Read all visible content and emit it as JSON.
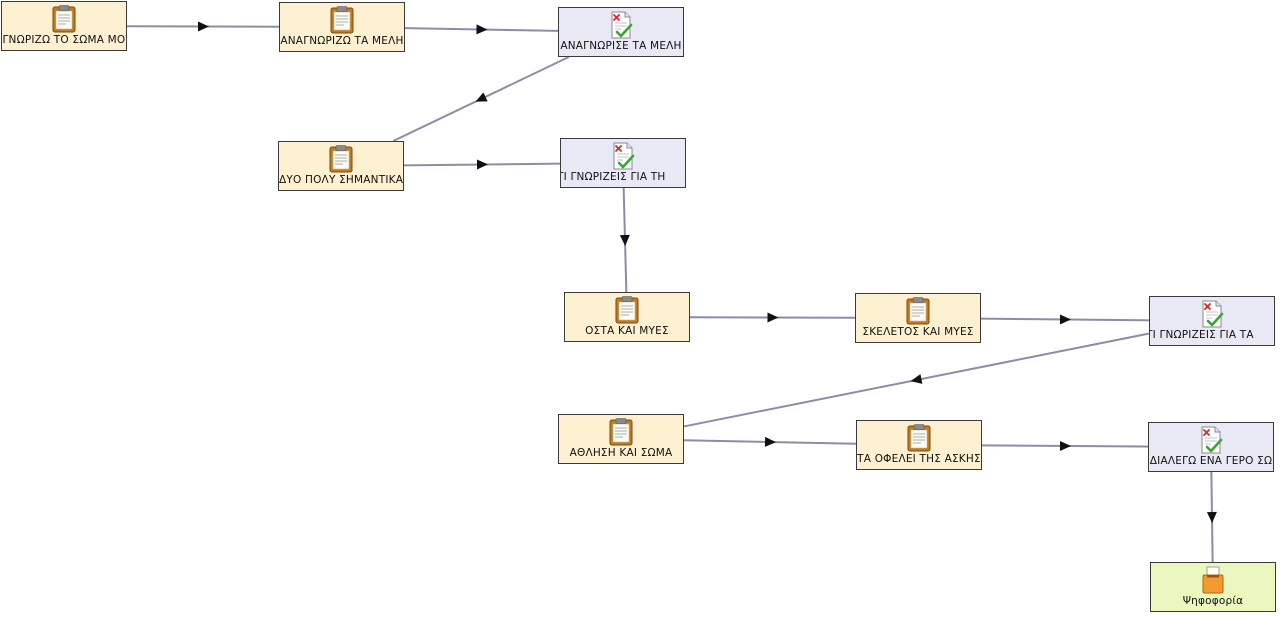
{
  "diagram": {
    "nodes": [
      {
        "id": "n1",
        "type": "activity",
        "label": "ΑΝΑΓΝΩΡΙΖΩ ΤΟ ΣΩΜΑ ΜΟΥ"
      },
      {
        "id": "n2",
        "type": "activity",
        "label": "ΑΝΑΓΝΩΡΙΖΩ ΤΑ ΜΕΛΗ"
      },
      {
        "id": "n3",
        "type": "quiz",
        "label": "ΑΝΑΓΝΩΡΙΣΕ ΤΑ ΜΕΛΗ"
      },
      {
        "id": "n4",
        "type": "activity",
        "label": "ΔΥΟ ΠΟΛΥ ΣΗΜΑΝΤΙΚΑ"
      },
      {
        "id": "n5",
        "type": "quiz",
        "label": "ΤΙ ΓΝΩΡΙΖΕΙΣ ΓΙΑ ΤΗ"
      },
      {
        "id": "n6",
        "type": "activity",
        "label": "ΟΣΤΑ ΚΑΙ ΜΥΕΣ"
      },
      {
        "id": "n7",
        "type": "activity",
        "label": "ΣΚΕΛΕΤΟΣ ΚΑΙ ΜΥΕΣ"
      },
      {
        "id": "n8",
        "type": "quiz",
        "label": "ΤΙ ΓΝΩΡΙΖΕΙΣ ΓΙΑ ΤΑ"
      },
      {
        "id": "n9",
        "type": "activity",
        "label": "ΑΘΛΗΣΗ ΚΑΙ ΣΩΜΑ"
      },
      {
        "id": "n10",
        "type": "activity",
        "label": "ΤΑ ΟΦΕΛΕΙ ΤΗΣ ΑΣΚΗΣ"
      },
      {
        "id": "n11",
        "type": "quiz",
        "label": "ΔΙΑΛΕΓΩ ΕΝΑ ΓΕΡΟ ΣΩ"
      },
      {
        "id": "n12",
        "type": "vote",
        "label": "Ψηφοφορία"
      }
    ],
    "edges": [
      {
        "from": "n1",
        "to": "n2"
      },
      {
        "from": "n2",
        "to": "n3"
      },
      {
        "from": "n3",
        "to": "n4"
      },
      {
        "from": "n4",
        "to": "n5"
      },
      {
        "from": "n5",
        "to": "n6"
      },
      {
        "from": "n6",
        "to": "n7"
      },
      {
        "from": "n7",
        "to": "n8"
      },
      {
        "from": "n8",
        "to": "n9"
      },
      {
        "from": "n9",
        "to": "n10"
      },
      {
        "from": "n10",
        "to": "n11"
      },
      {
        "from": "n11",
        "to": "n12"
      }
    ],
    "colors": {
      "activity_fill": "#fdf1d2",
      "quiz_fill": "#e9e9f6",
      "vote_fill": "#eaf8c0",
      "edge": "#8c8ca6",
      "arrow": "#111111"
    },
    "icons": {
      "activity": "clipboard-icon",
      "quiz": "quiz-sheet-icon",
      "vote": "ballot-box-icon"
    }
  }
}
